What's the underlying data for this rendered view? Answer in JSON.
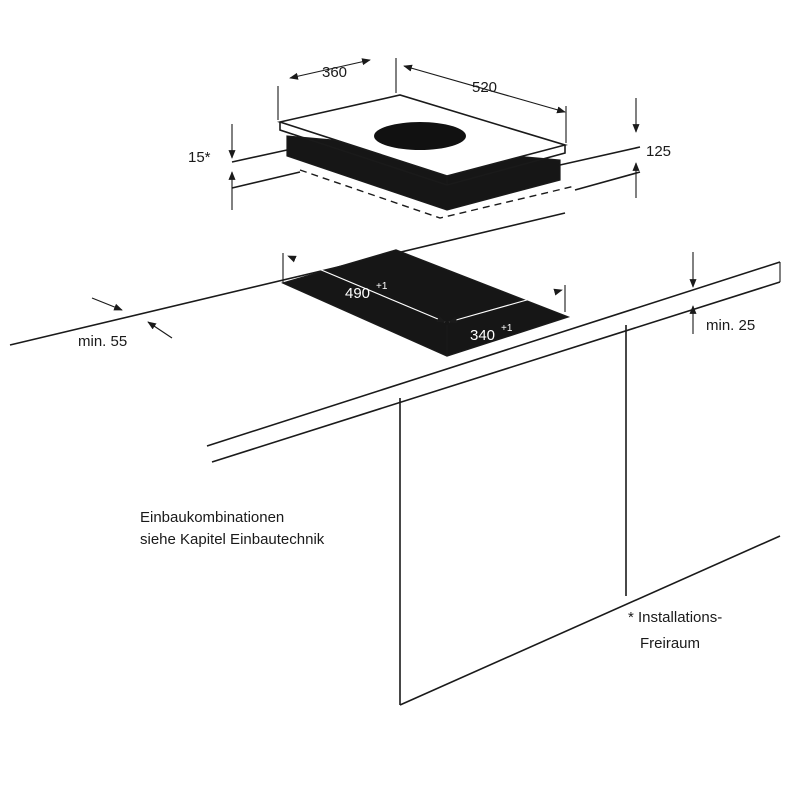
{
  "dimensions": {
    "hob_depth": "360",
    "hob_width": "520",
    "hob_height": "125",
    "installation_gap": "15*",
    "cutout_width": "490",
    "cutout_width_tolerance": "+1",
    "cutout_depth": "340",
    "cutout_depth_tolerance": "+1",
    "min_front_distance": "min. 55",
    "min_worktop_thickness": "min. 25"
  },
  "notes": {
    "combinations_line1": "Einbaukombinationen",
    "combinations_line2": "siehe Kapitel Einbautechnik",
    "footnote_line1": "* Installations-",
    "footnote_line2": "Freiraum"
  },
  "colors": {
    "line": "#1a1a1a",
    "cutout_fill": "#161616",
    "cooking_zone": "#111111",
    "background": "#ffffff"
  }
}
